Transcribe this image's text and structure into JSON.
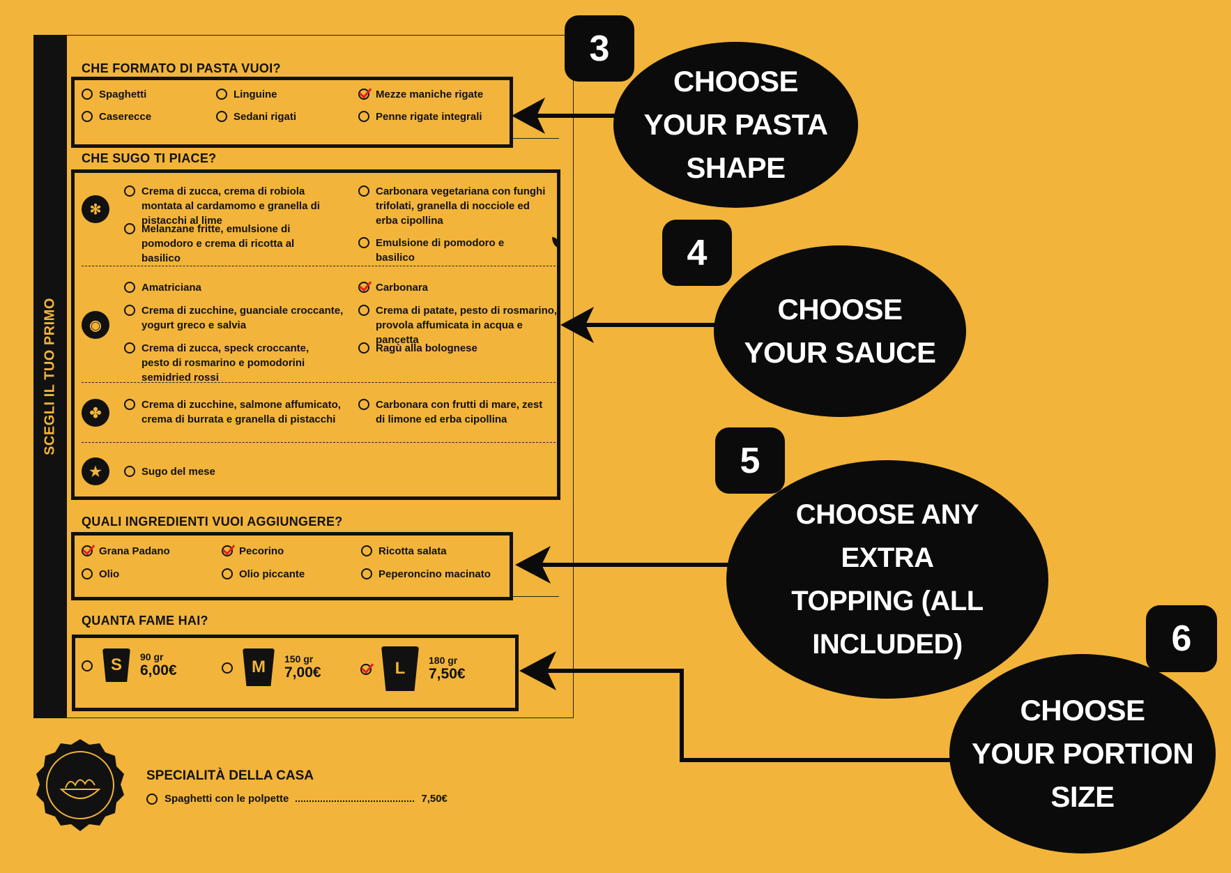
{
  "sidebar_label": "SCEGLI IL TUO PRIMO",
  "sections": {
    "pasta": {
      "title": "CHE FORMATO DI PASTA VUOI?",
      "options": [
        {
          "label": "Spaghetti",
          "checked": false
        },
        {
          "label": "Linguine",
          "checked": false
        },
        {
          "label": "Mezze maniche rigate",
          "checked": true
        },
        {
          "label": "Caserecce",
          "checked": false
        },
        {
          "label": "Sedani rigati",
          "checked": false
        },
        {
          "label": "Penne rigate integrali",
          "checked": false
        }
      ]
    },
    "sauce": {
      "title": "CHE SUGO TI PIACE?",
      "groups": [
        {
          "icon": "carrot-icon",
          "options": [
            {
              "label": "Crema di zucca, crema di robiola montata al cardamomo e granella di pistacchi al lime",
              "checked": false
            },
            {
              "label": "Carbonara vegetariana con funghi trifolati, granella di nocciole ed erba cipollina",
              "checked": false
            },
            {
              "label": "Melanzane fritte, emulsione di pomodoro e crema di ricotta al basilico",
              "checked": false
            },
            {
              "label": "Emulsione di pomodoro e basilico",
              "checked": false,
              "vegan_icon": "leaf-icon"
            }
          ]
        },
        {
          "icon": "pig-icon",
          "options": [
            {
              "label": "Amatriciana",
              "checked": false
            },
            {
              "label": "Carbonara",
              "checked": true
            },
            {
              "label": "Crema di zucchine, guanciale croccante, yogurt greco e salvia",
              "checked": false
            },
            {
              "label": "Crema di patate, pesto di rosmarino, provola affumicata in acqua e pancetta",
              "checked": false
            },
            {
              "label": "Crema di zucca, speck croccante, pesto di rosmarino e pomodorini semidried rossi",
              "checked": false
            },
            {
              "label": "Ragù alla bolognese",
              "checked": false
            }
          ]
        },
        {
          "icon": "fish-icon",
          "options": [
            {
              "label": "Crema di zucchine, salmone affumicato, crema di burrata e granella di pistacchi",
              "checked": false
            },
            {
              "label": "Carbonara con frutti di mare, zest di limone ed erba cipollina",
              "checked": false
            }
          ]
        },
        {
          "icon": "star-icon",
          "options": [
            {
              "label": "Sugo del mese",
              "checked": false
            }
          ]
        }
      ]
    },
    "toppings": {
      "title": "QUALI INGREDIENTI VUOI AGGIUNGERE?",
      "options": [
        {
          "label": "Grana Padano",
          "checked": true
        },
        {
          "label": "Pecorino",
          "checked": true
        },
        {
          "label": "Ricotta salata",
          "checked": false
        },
        {
          "label": "Olio",
          "checked": false
        },
        {
          "label": "Olio piccante",
          "checked": false
        },
        {
          "label": "Peperoncino macinato",
          "checked": false
        }
      ]
    },
    "size": {
      "title": "QUANTA FAME HAI?",
      "options": [
        {
          "letter": "S",
          "grams": "90 gr",
          "price": "6,00€",
          "checked": false
        },
        {
          "letter": "M",
          "grams": "150 gr",
          "price": "7,00€",
          "checked": false
        },
        {
          "letter": "L",
          "grams": "180 gr",
          "price": "7,50€",
          "checked": true
        }
      ]
    }
  },
  "specialita": {
    "title": "SPECIALITÀ DELLA CASA",
    "item": "Spaghetti con le polpette",
    "price": "7,50€",
    "badge_icon": "pasta-bowl-icon"
  },
  "callouts": [
    {
      "number": "3",
      "text": "CHOOSE\nYOUR PASTA\nSHAPE"
    },
    {
      "number": "4",
      "text": "CHOOSE\nYOUR SAUCE"
    },
    {
      "number": "5",
      "text": "CHOOSE ANY\nEXTRA\nTOPPING (ALL INCLUDED)"
    },
    {
      "number": "6",
      "text": "CHOOSE\nYOUR PORTION\nSIZE"
    }
  ],
  "colors": {
    "background": "#F2B43A",
    "ink": "#111111",
    "checkmark": "#DD2222",
    "bubble": "#0B0B0B"
  }
}
